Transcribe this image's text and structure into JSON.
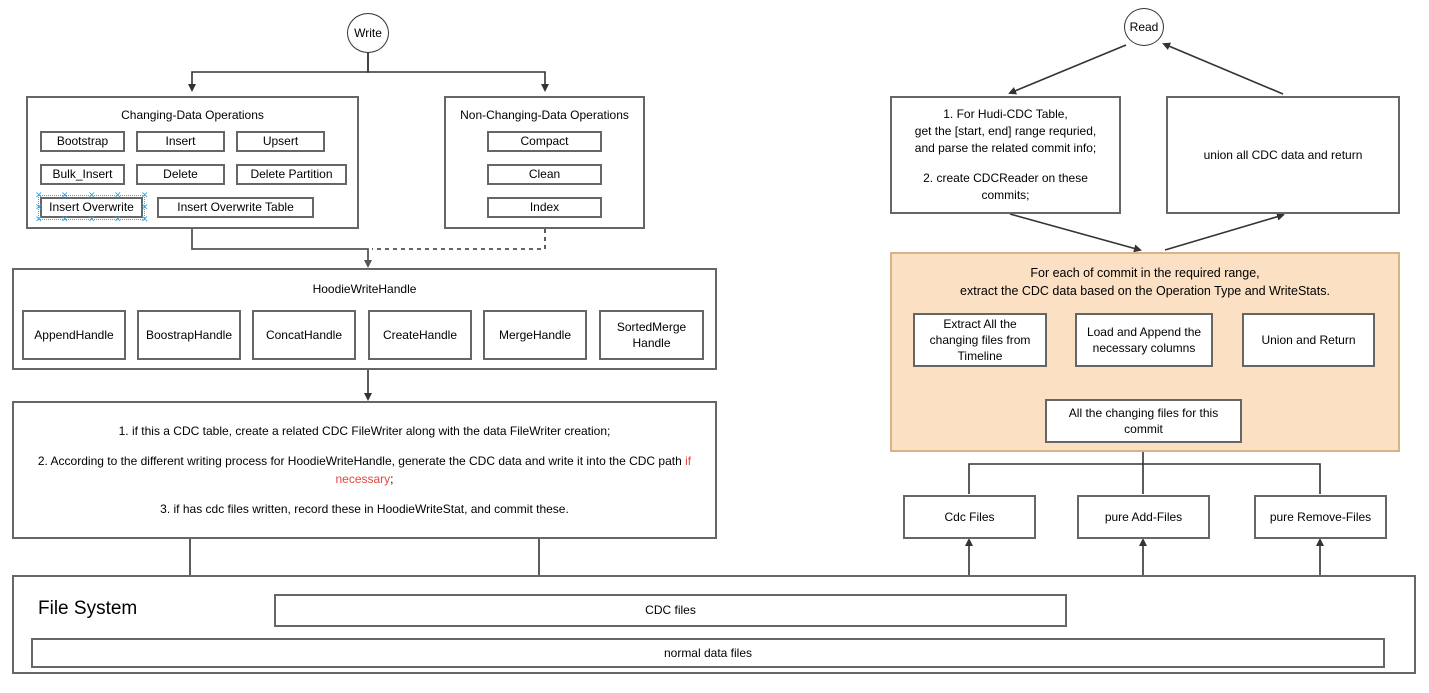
{
  "write": {
    "start_label": "Write",
    "changing": {
      "title": "Changing-Data Operations",
      "ops": [
        "Bootstrap",
        "Insert",
        "Upsert",
        "Bulk_Insert",
        "Delete",
        "Delete Partition",
        "Insert  Overwrite",
        "Insert  Overwrite Table"
      ],
      "selected_op": "Insert  Overwrite"
    },
    "non_changing": {
      "title": "Non-Changing-Data Operations",
      "ops": [
        "Compact",
        "Clean",
        "Index"
      ]
    },
    "handle_group": {
      "title": "HoodieWriteHandle",
      "handles": [
        "AppendHandle",
        "BoostrapHandle",
        "ConcatHandle",
        "CreateHandle",
        "MergeHandle",
        "SortedMerge Handle"
      ]
    },
    "cdc_logic": {
      "line1": "1. if this a CDC table, create a related CDC FileWriter along with the data FileWriter creation;",
      "line2_a": "2. According to the different writing process for HoodieWriteHandle, generate the CDC data and write it into the CDC path ",
      "line2_red": "if necessary",
      "line2_b": ";",
      "line3": "3. if has cdc files written, record these in HoodieWriteStat, and commit these."
    },
    "file_system": {
      "label": "File System",
      "cdc_files": "CDC files",
      "normal_files": "normal data files"
    }
  },
  "read": {
    "start_label": "Read",
    "step1": "1. For Hudi-CDC Table, get the [start, end] range requried, and parse the related commit info;  2. create CDCReader on these commits;",
    "step1_lines": [
      "1. For Hudi-CDC Table,",
      "get the [start, end] range requried,",
      "and parse the related commit info;",
      "",
      "2. create CDCReader on these",
      "commits;"
    ],
    "union_box": "union all CDC data and return",
    "orange_panel": {
      "title_line1": "For each of commit in the required range,",
      "title_line2": "extract the CDC data based on the Operation Type and WriteStats.",
      "steps": [
        "Extract All the changing files from Timeline",
        "Load and Append the necessary columns",
        "Union and Return"
      ],
      "commit_files_box": "All the changing files for this commit"
    },
    "file_sources": [
      "Cdc Files",
      "pure Add-Files",
      "pure Remove-Files"
    ]
  },
  "colors": {
    "box_border": "#666666",
    "orange_fill": "#FBE0C3",
    "orange_border": "#D6B485",
    "accent_red": "#e8453c",
    "selection_blue": "#3aa3e3"
  }
}
